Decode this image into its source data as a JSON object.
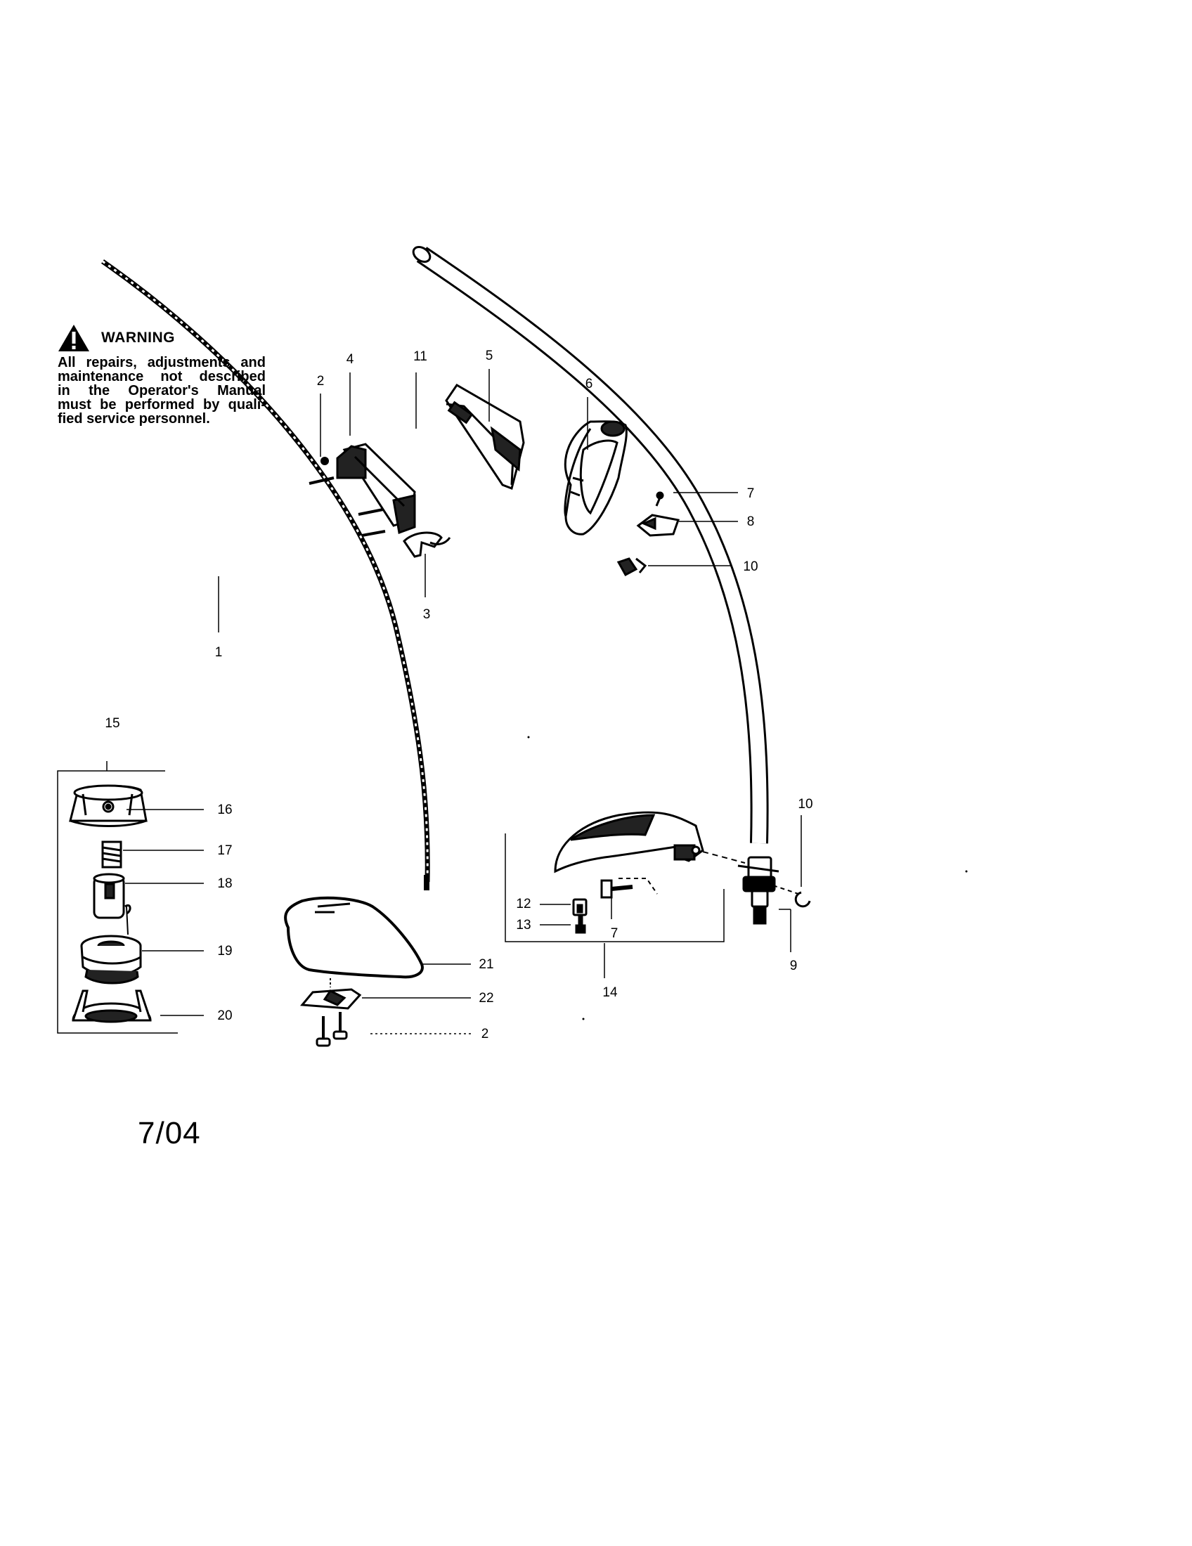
{
  "warning": {
    "title": "WARNING",
    "lines": [
      "All repairs, adjustments and",
      "maintenance not described",
      "in the Operator's Manual",
      "must be performed by quali-",
      "fied service personnel."
    ]
  },
  "date_code": "7/04",
  "callouts": [
    {
      "id": "1",
      "label": "1"
    },
    {
      "id": "2a",
      "label": "2"
    },
    {
      "id": "3",
      "label": "3"
    },
    {
      "id": "4",
      "label": "4"
    },
    {
      "id": "5",
      "label": "5"
    },
    {
      "id": "6",
      "label": "6"
    },
    {
      "id": "7a",
      "label": "7"
    },
    {
      "id": "8",
      "label": "8"
    },
    {
      "id": "10a",
      "label": "10"
    },
    {
      "id": "11",
      "label": "11"
    },
    {
      "id": "15",
      "label": "15"
    },
    {
      "id": "16",
      "label": "16"
    },
    {
      "id": "17",
      "label": "17"
    },
    {
      "id": "18",
      "label": "18"
    },
    {
      "id": "19",
      "label": "19"
    },
    {
      "id": "20",
      "label": "20"
    },
    {
      "id": "21",
      "label": "21"
    },
    {
      "id": "22",
      "label": "22"
    },
    {
      "id": "2b",
      "label": "2"
    },
    {
      "id": "10b",
      "label": "10"
    },
    {
      "id": "9",
      "label": "9"
    },
    {
      "id": "12",
      "label": "12"
    },
    {
      "id": "13",
      "label": "13"
    },
    {
      "id": "7b",
      "label": "7"
    },
    {
      "id": "14",
      "label": "14"
    }
  ]
}
